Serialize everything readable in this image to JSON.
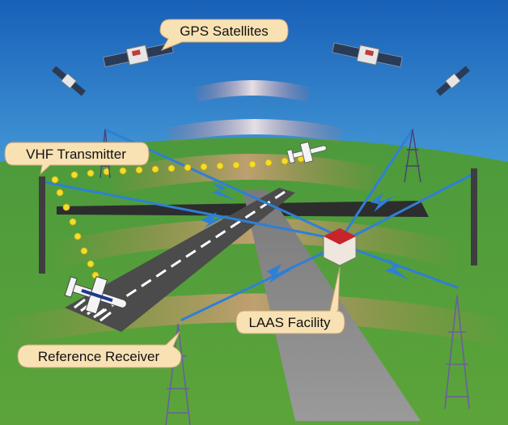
{
  "labels": {
    "gps_satellites": "GPS Satellites",
    "vhf_transmitter": "VHF Transmitter",
    "laas_facility": "LAAS Facility",
    "reference_receiver": "Reference Receiver"
  },
  "colors": {
    "sky_top": "#1f6fc0",
    "sky_bottom": "#a7dcf2",
    "ground_top": "#3f8e3a",
    "ground_bottom": "#5fa63a",
    "runway": "#3a3a3a",
    "signal_blue": "#2f7fd6",
    "dot_yellow": "#f3dd2a",
    "callout_fill": "#f8e2b4",
    "tower_color": "#5a4f8a",
    "laas_red": "#c8242b"
  },
  "icons": {
    "satellite": "satellite-icon",
    "tower": "tower-icon",
    "airplane": "airplane-icon",
    "building": "building-icon",
    "lightning": "lightning-icon"
  }
}
